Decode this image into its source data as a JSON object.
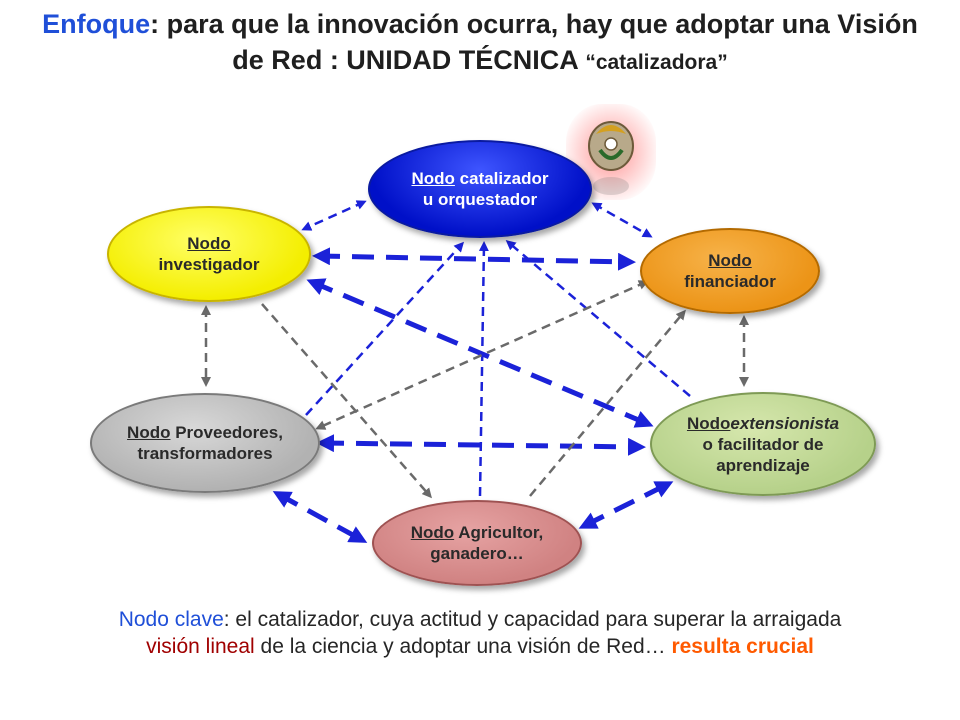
{
  "title": {
    "part1": "Enfoque",
    "part2": ": para que la innovación ocurra, hay que adoptar una Visión",
    "part3": "de Red : UNIDAD TÉCNICA ",
    "part4": "“catalizadora”"
  },
  "nodes": {
    "catalizador": {
      "u": "Nodo",
      "rest": " catalizador",
      "line2": "u orquestador"
    },
    "investigador": {
      "u": "Nodo ",
      "line2": "investigador"
    },
    "financiador": {
      "u": "Nodo",
      "line2": "financiador"
    },
    "proveedores": {
      "u": "Nodo",
      "rest": " Proveedores,",
      "line2": "transformadores"
    },
    "extensionista": {
      "u": "Nodo",
      "rest": "extensionista",
      "line2": "o facilitador de",
      "line3": "aprendizaje"
    },
    "agricultor": {
      "u": "Nodo",
      "rest": " Agricultor,",
      "line2": "ganadero…"
    }
  },
  "logo_icon": "institution-logo-icon",
  "colors": {
    "title_accent": "#1f4fd8",
    "arrow_blue": "#1b22d8",
    "arrow_gray": "#6a6a6a",
    "footer_red": "#a00000",
    "footer_orange": "#ff5a00"
  },
  "footer": {
    "s1": "Nodo clave",
    "s2": ": el catalizador,  cuya actitud y capacidad para superar la arraigada",
    "s3": "visión lineal",
    "s4": " de la ciencia y adoptar una visión de Red… ",
    "s5": "resulta crucial"
  }
}
